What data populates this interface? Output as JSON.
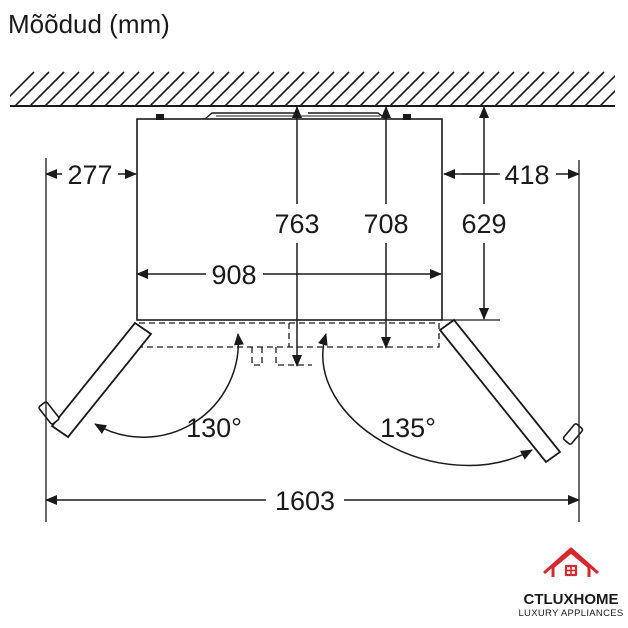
{
  "title": "Mõõdud (mm)",
  "dimensions": {
    "left_clearance": "277",
    "right_clearance": "418",
    "depth_total": "763",
    "depth_door": "708",
    "depth_body": "629",
    "width": "908",
    "total_width_open": "1603"
  },
  "angles": {
    "left_door": "130°",
    "right_door": "135°"
  },
  "logo": {
    "brand": "CTLUXHOME",
    "tagline": "LUXURY APPLIANCES",
    "accent_color": "#d6282f"
  },
  "colors": {
    "line": "#1a1a1a",
    "background": "#ffffff"
  }
}
